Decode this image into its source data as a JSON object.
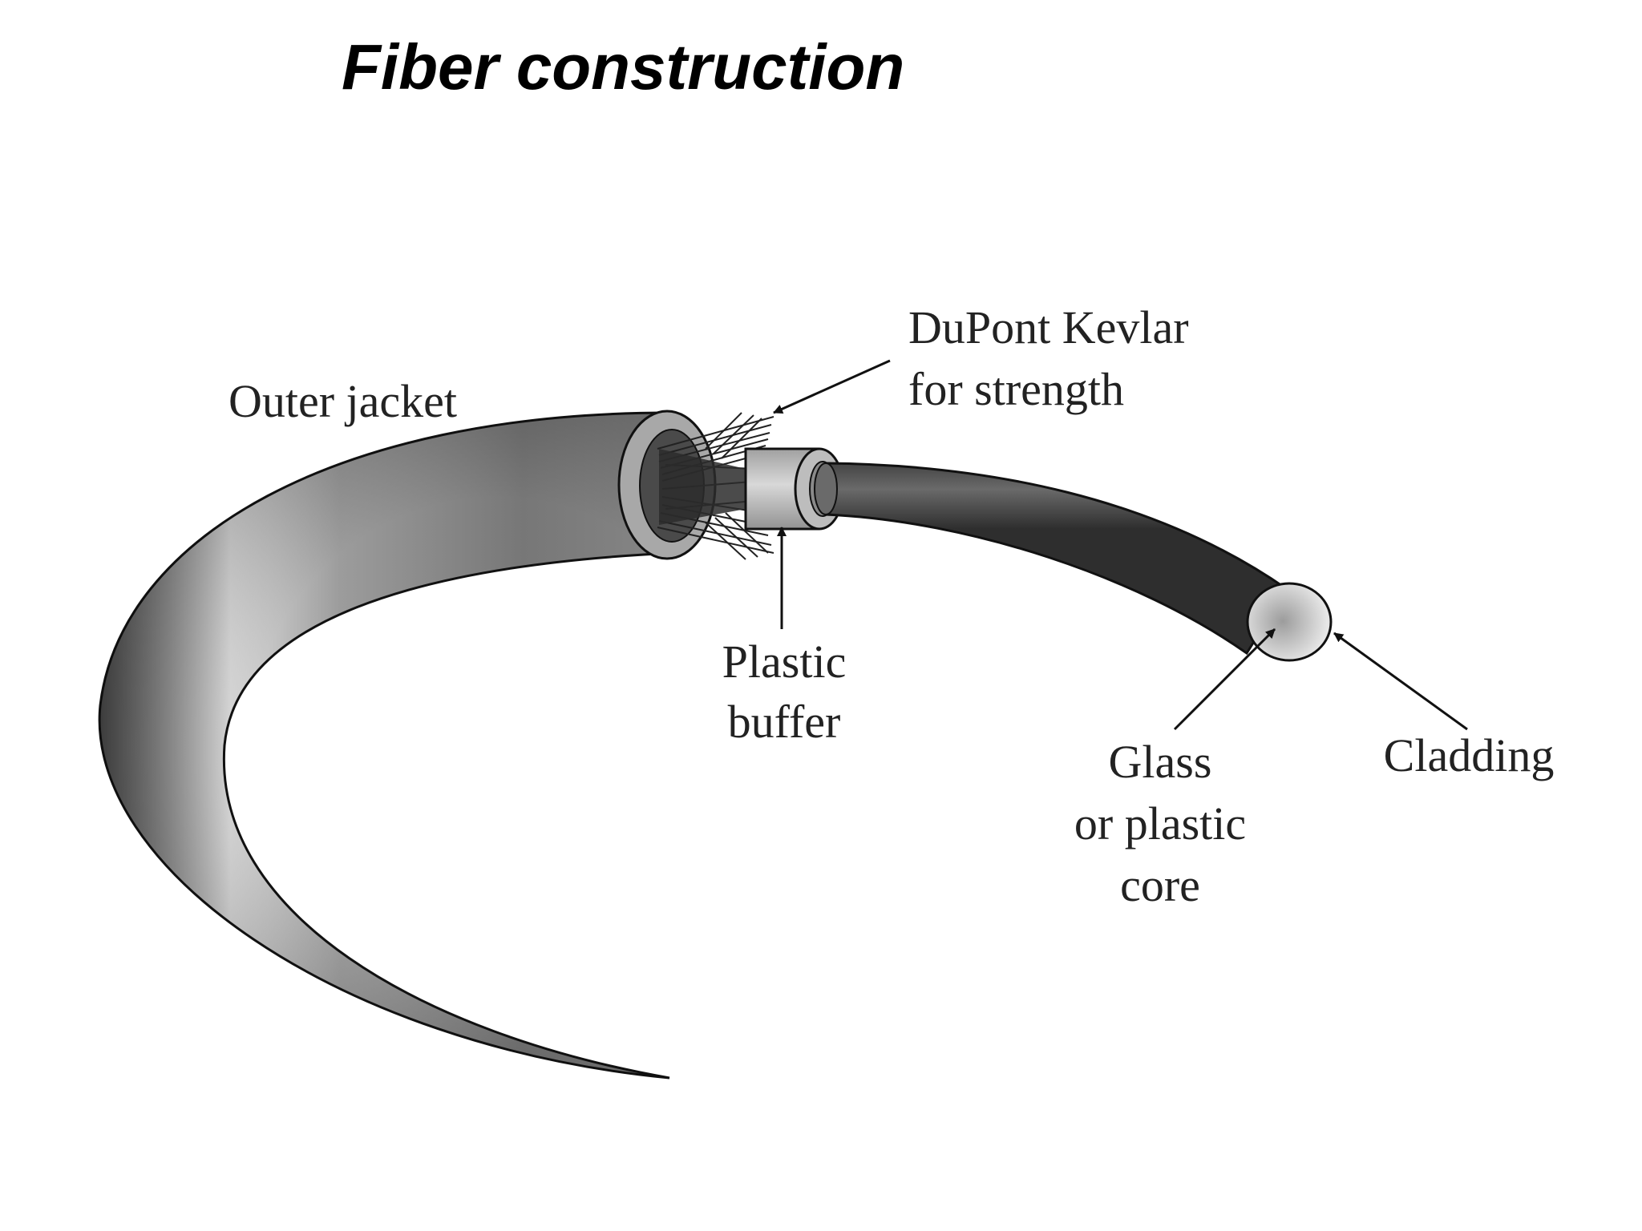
{
  "title": "Fiber construction",
  "labels": {
    "outer_jacket": "Outer jacket",
    "kevlar_line1": "DuPont Kevlar",
    "kevlar_line2": "for strength",
    "buffer_line1": "Plastic",
    "buffer_line2": "buffer",
    "core_line1": "Glass",
    "core_line2": "or plastic",
    "core_line3": "core",
    "cladding": "Cladding"
  },
  "colors": {
    "outline": "#111111",
    "jacket_dark": "#5a5a5a",
    "jacket_light": "#d4d4d4",
    "kevlar": "#2a2a2a",
    "text": "#222222"
  }
}
